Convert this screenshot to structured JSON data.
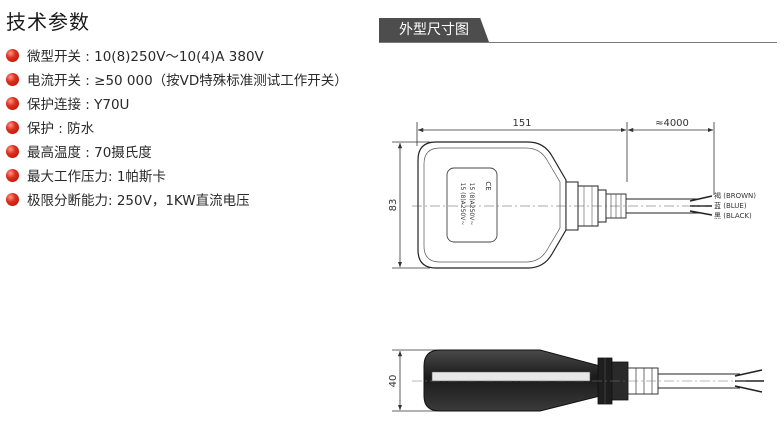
{
  "specs": {
    "title": "技术参数",
    "items": [
      "微型开关 : 10(8)250V～10(4)A 380V",
      "电流开关 : ≥50 000（按VD特殊标准测试工作开关）",
      "保护连接 : Y70U",
      "保护 : 防水",
      "最高温度 : 70摄氏度",
      "最大工作压力: 1帕斯卡",
      "极限分断能力: 250V，1KW直流电压"
    ]
  },
  "drawing": {
    "tab_label": "外型尺寸图",
    "dim_length": "151",
    "dim_cable": "≈4000",
    "dim_height": "83",
    "dim_thickness": "40",
    "body_label_1": "15 (8)A250V~",
    "body_label_2": "15 (8)A250V~",
    "ce_mark": "CE",
    "wire_brown": "褐 (BROWN)",
    "wire_blue": "蓝 (BLUE)",
    "wire_black": "黑 (BLACK)"
  }
}
